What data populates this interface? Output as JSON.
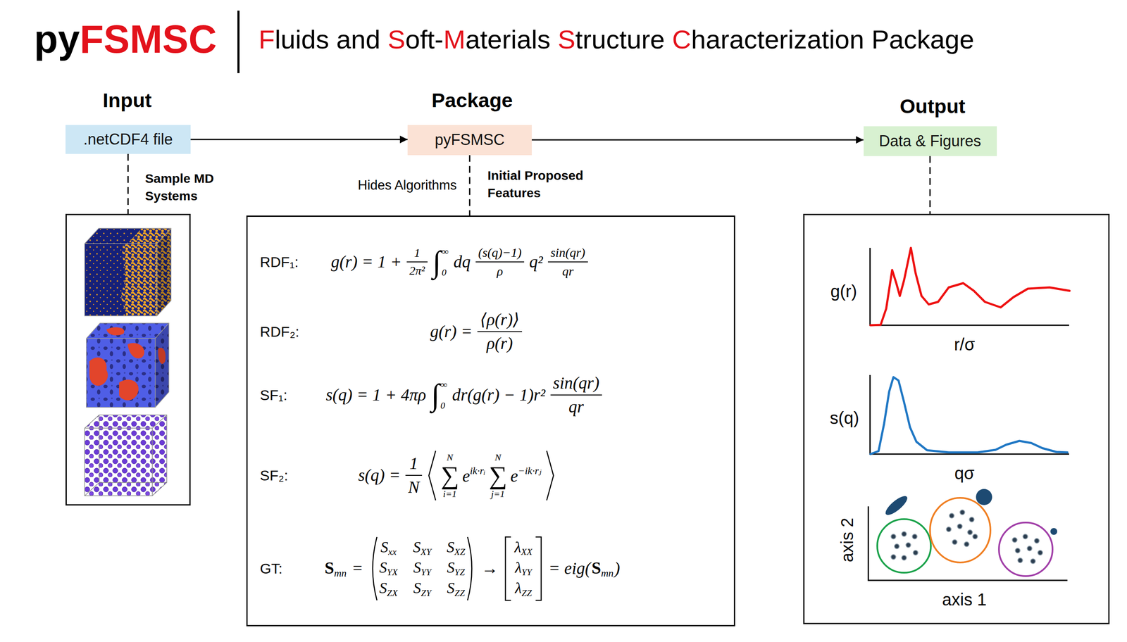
{
  "diagram": {
    "title": "pyFSMSC",
    "nodes": [
      {
        "text": [
          ".netCDF4 file"
        ]
      },
      {
        "text": [
          "pyFSMSC"
        ]
      },
      {
        "text": [
          "Data & Figures"
        ]
      },
      {
        "text": [
          "Sample MD Systems"
        ]
      },
      {
        "text": [
          "Initial Proposed Features",
          "RDF₁:",
          "g(r) = 1 +",
          "1",
          "2π²",
          "∫",
          "∞",
          "0",
          "dq",
          "(s(q)−1)",
          "ρ",
          "q²",
          "sin(qr)",
          "qr",
          "RDF₂:",
          "g(r) =",
          "⟨ρ(r)⟩",
          "ρ(r)",
          "SF₁:",
          "s(q) = 1 + 4πρ",
          "∫",
          "∞",
          "0",
          "dr(g(r) − 1)r²",
          "sin(qr)",
          "qr",
          "SF₂:",
          "s(q) =",
          "1",
          "N",
          "∑",
          "N",
          "i=1",
          "e",
          "ik·rᵢ",
          "∑",
          "N",
          "j=1",
          "e",
          "−ik·rⱼ",
          "GT:",
          "S",
          "mn",
          "=",
          "S",
          "xx",
          "S",
          "XY",
          "S",
          "XZ",
          "S",
          "YX",
          "S",
          "YY",
          "S",
          "YZ",
          "S",
          "ZX",
          "S",
          "ZY",
          "S",
          "ZZ",
          "→",
          "λ",
          "XX",
          "λ",
          "YY",
          "λ",
          "ZZ",
          "= eig(",
          "S",
          "mn",
          ")"
        ]
      },
      {
        "text": [
          "g(r)",
          "r/σ",
          "s(q)",
          "qσ",
          "axis 2",
          "axis 1"
        ]
      }
    ],
    "edges": [
      {
        "from": 0,
        "to": 1,
        "arrow": "to"
      },
      {
        "from": 1,
        "to": 2,
        "arrow": "to"
      },
      {
        "from": 0,
        "to": 3,
        "arrow": "none"
      },
      {
        "from": 1,
        "to": 4,
        "arrow": "none",
        "label": "Hides Algorithms"
      },
      {
        "from": 2,
        "to": 5,
        "arrow": "none"
      }
    ],
    "labels": [
      "Fluids and Soft-Materials Structure Characterization Package",
      "Input",
      "Package",
      "Output"
    ]
  }
}
